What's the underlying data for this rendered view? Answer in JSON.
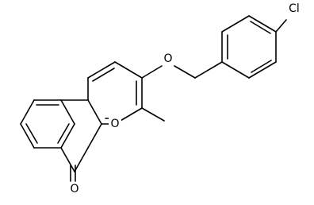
{
  "atoms": [
    {
      "id": "ring-oxygen",
      "label": "O"
    },
    {
      "id": "carbonyl-oxygen",
      "label": "O"
    },
    {
      "id": "ether-oxygen",
      "label": "O"
    },
    {
      "id": "chlorine",
      "label": "Cl"
    }
  ]
}
